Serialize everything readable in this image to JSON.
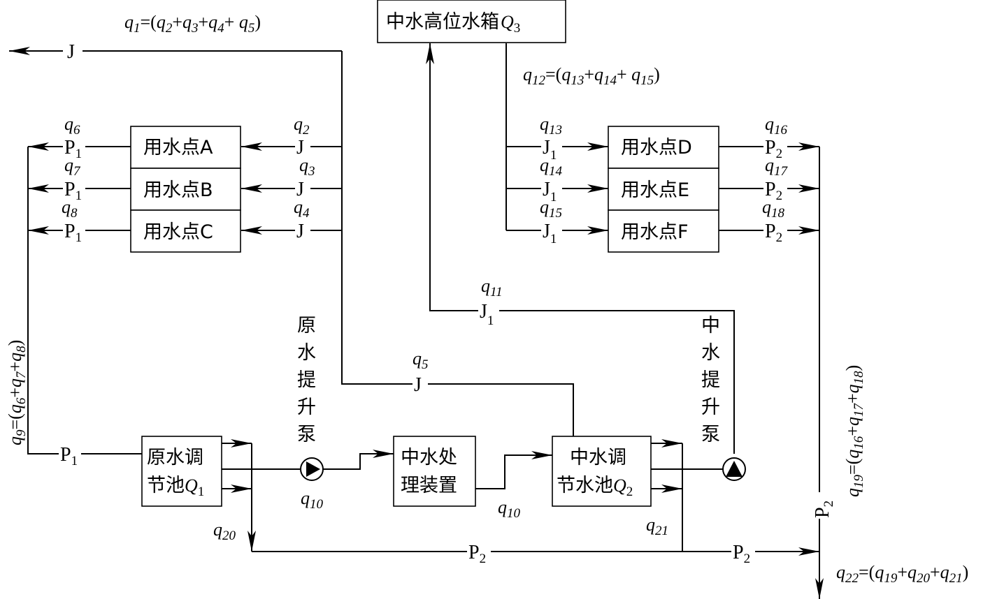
{
  "tank_high": {
    "label": "中水高位水箱",
    "var": "Q",
    "sub": "3"
  },
  "users_left": [
    {
      "label": "用水点A",
      "in_var": "q",
      "in_sub": "2",
      "in_tag": "J",
      "out_var": "q",
      "out_sub": "6",
      "out_tag": "P",
      "out_tag_sub": "1"
    },
    {
      "label": "用水点B",
      "in_var": "q",
      "in_sub": "3",
      "in_tag": "J",
      "out_var": "q",
      "out_sub": "7",
      "out_tag": "P",
      "out_tag_sub": "1"
    },
    {
      "label": "用水点C",
      "in_var": "q",
      "in_sub": "4",
      "in_tag": "J",
      "out_var": "q",
      "out_sub": "8",
      "out_tag": "P",
      "out_tag_sub": "1"
    }
  ],
  "users_right": [
    {
      "label": "用水点D",
      "in_var": "q",
      "in_sub": "13",
      "in_tag": "J",
      "in_tag_sub": "1",
      "out_var": "q",
      "out_sub": "16",
      "out_tag": "P",
      "out_tag_sub": "2"
    },
    {
      "label": "用水点E",
      "in_var": "q",
      "in_sub": "14",
      "in_tag": "J",
      "in_tag_sub": "1",
      "out_var": "q",
      "out_sub": "17",
      "out_tag": "P",
      "out_tag_sub": "2"
    },
    {
      "label": "用水点F",
      "in_var": "q",
      "in_sub": "15",
      "in_tag": "J",
      "in_tag_sub": "1",
      "out_var": "q",
      "out_sub": "18",
      "out_tag": "P",
      "out_tag_sub": "2"
    }
  ],
  "raw_tank": {
    "line1": "原水调",
    "line2": "节池",
    "var": "Q",
    "sub": "1"
  },
  "reclaimed_tank": {
    "line1": "中水调",
    "line2": "节水池",
    "var": "Q",
    "sub": "2"
  },
  "treatment": {
    "line1": "中水处",
    "line2": "理装置"
  },
  "pumps": {
    "raw": {
      "chars": [
        "原",
        "水",
        "提",
        "升",
        "泵"
      ]
    },
    "reclaimed": {
      "chars": [
        "中",
        "水",
        "提",
        "升",
        "泵"
      ]
    }
  },
  "tags": {
    "J": "J",
    "P": "P",
    "J1_sub": "1",
    "P1_sub": "1",
    "P2_sub": "2"
  },
  "flows": {
    "q1": {
      "v": "q",
      "s": "1",
      "eq": "=(",
      "terms": [
        [
          "q",
          "2"
        ],
        [
          "q",
          "3"
        ],
        [
          "q",
          "4"
        ],
        [
          "q",
          "5"
        ]
      ],
      "close": ")"
    },
    "q12": {
      "v": "q",
      "s": "12",
      "eq": "=(",
      "terms": [
        [
          "q",
          "13"
        ],
        [
          "q",
          "14"
        ],
        [
          "q",
          "15"
        ]
      ],
      "close": ")"
    },
    "q9": {
      "v": "q",
      "s": "9",
      "eq": "=(",
      "terms": [
        [
          "q",
          "6"
        ],
        [
          "q",
          "7"
        ],
        [
          "q",
          "8"
        ]
      ],
      "close": ")"
    },
    "q19": {
      "v": "q",
      "s": "19",
      "eq": "=(",
      "terms": [
        [
          "q",
          "16"
        ],
        [
          "q",
          "17"
        ],
        [
          "q",
          "18"
        ]
      ],
      "close": ")"
    },
    "q22": {
      "v": "q",
      "s": "22",
      "eq": "=(",
      "terms": [
        [
          "q",
          "19"
        ],
        [
          "q",
          "20"
        ],
        [
          "q",
          "21"
        ]
      ],
      "close": ")"
    },
    "q5": {
      "v": "q",
      "s": "5"
    },
    "q10a": {
      "v": "q",
      "s": "10"
    },
    "q10b": {
      "v": "q",
      "s": "10"
    },
    "q11": {
      "v": "q",
      "s": "11"
    },
    "q20": {
      "v": "q",
      "s": "20"
    },
    "q21": {
      "v": "q",
      "s": "21"
    }
  }
}
